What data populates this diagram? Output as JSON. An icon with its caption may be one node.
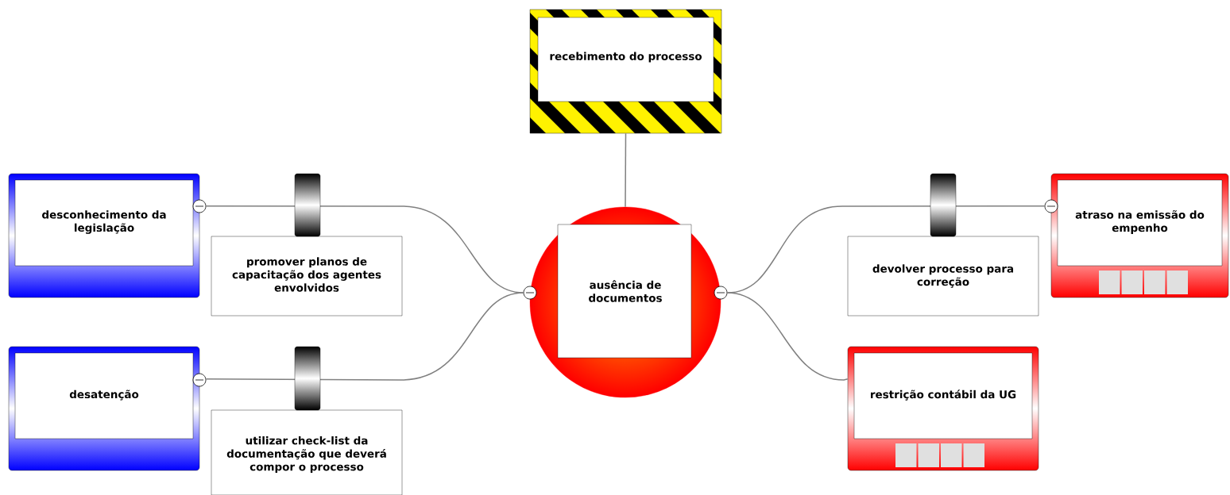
{
  "diagram": {
    "nodes": [
      {
        "text": [
          "recebimento do processo"
        ]
      },
      {
        "text": [
          "ausência de documentos"
        ]
      },
      {
        "text": [
          "desconhecimento da legislação"
        ]
      },
      {
        "text": [
          "promover planos de capacitação dos agentes envolvidos"
        ]
      },
      {
        "text": [
          "desatenção"
        ]
      },
      {
        "text": [
          "utilizar check-list da documentação que deverá compor o processo"
        ]
      },
      {
        "text": [
          "devolver processo para correção"
        ]
      },
      {
        "text": [
          "atraso na emissão do empenho"
        ]
      },
      {
        "text": [
          "restrição contábil da UG"
        ]
      }
    ],
    "edges": [
      {
        "from": 0,
        "to": 1,
        "arrow": "none"
      },
      {
        "from": 2,
        "to": 1,
        "arrow": "none"
      },
      {
        "from": 4,
        "to": 1,
        "arrow": "none"
      },
      {
        "from": 1,
        "to": 7,
        "arrow": "none"
      },
      {
        "from": 1,
        "to": 8,
        "arrow": "none"
      }
    ]
  }
}
